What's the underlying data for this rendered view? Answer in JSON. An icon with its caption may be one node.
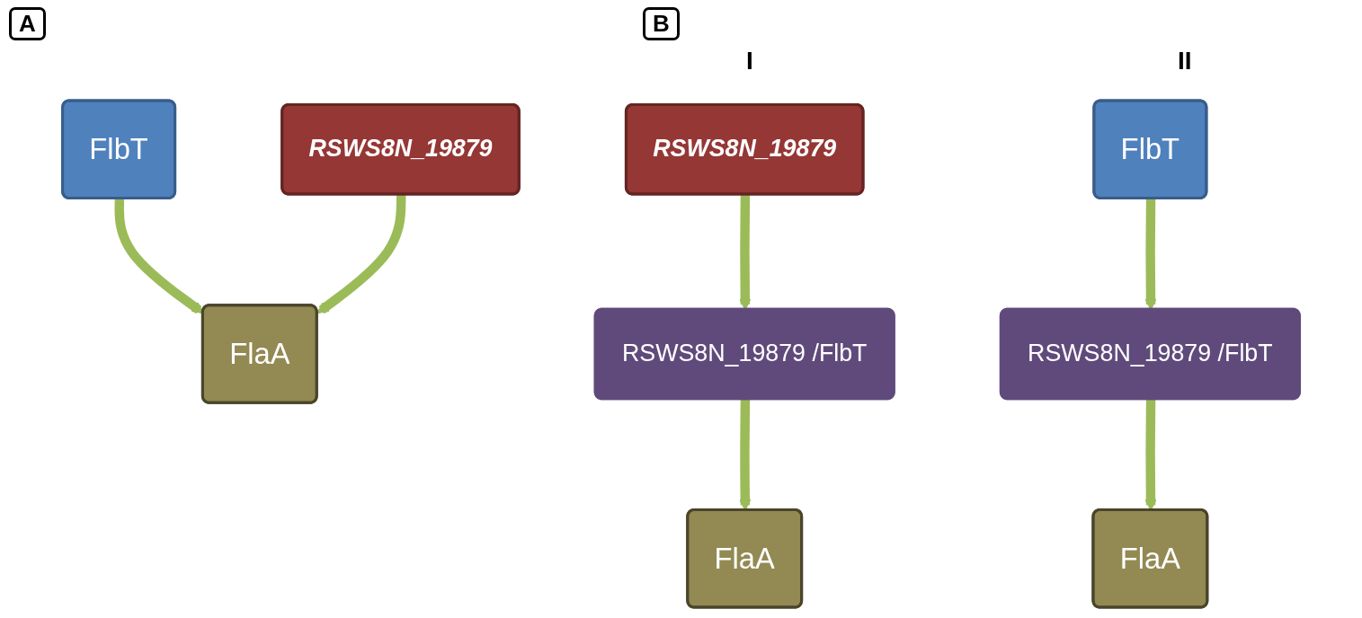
{
  "diagram": {
    "nodes": [
      {
        "text": [
          "FlbT"
        ]
      },
      {
        "text": [
          "RSWS8N_19879"
        ]
      },
      {
        "text": [
          "FlaA"
        ]
      },
      {
        "text": [
          "RSWS8N_19879"
        ]
      },
      {
        "text": [
          "RSWS8N_19879 /FlbT"
        ]
      },
      {
        "text": [
          "FlaA"
        ]
      },
      {
        "text": [
          "FlbT"
        ]
      },
      {
        "text": [
          "RSWS8N_19879 /FlbT"
        ]
      },
      {
        "text": [
          "FlaA"
        ]
      }
    ],
    "edges": [
      {
        "from": 0,
        "to": 2,
        "arrow": "to"
      },
      {
        "from": 1,
        "to": 2,
        "arrow": "to"
      },
      {
        "from": 3,
        "to": 4,
        "arrow": "to"
      },
      {
        "from": 4,
        "to": 5,
        "arrow": "to"
      },
      {
        "from": 6,
        "to": 7,
        "arrow": "to"
      },
      {
        "from": 7,
        "to": 8,
        "arrow": "to"
      }
    ],
    "labels": [
      "A",
      "B",
      "I",
      "II"
    ]
  }
}
